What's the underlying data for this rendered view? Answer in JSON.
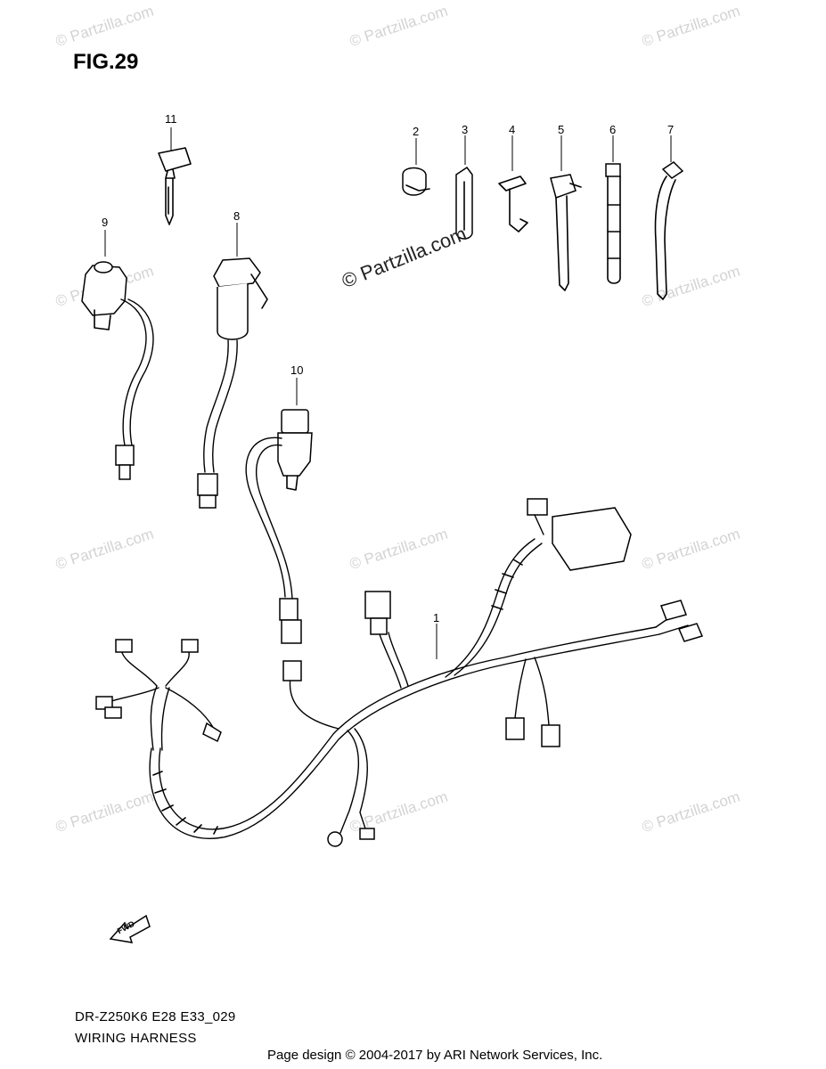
{
  "figure": {
    "title": "FIG.29",
    "code": "DR-Z250K6 E28 E33_029",
    "name": "WIRING HARNESS"
  },
  "callouts": [
    "11",
    "2",
    "3",
    "4",
    "5",
    "6",
    "7",
    "9",
    "8",
    "10",
    "1"
  ],
  "watermark": {
    "center_text": "© Partzilla.com",
    "tile_text": "© Partzilla.com"
  },
  "direction_arrow": {
    "label": "FWD"
  },
  "footer": {
    "text": "Page design © 2004-2017 by ARI Network Services, Inc."
  }
}
